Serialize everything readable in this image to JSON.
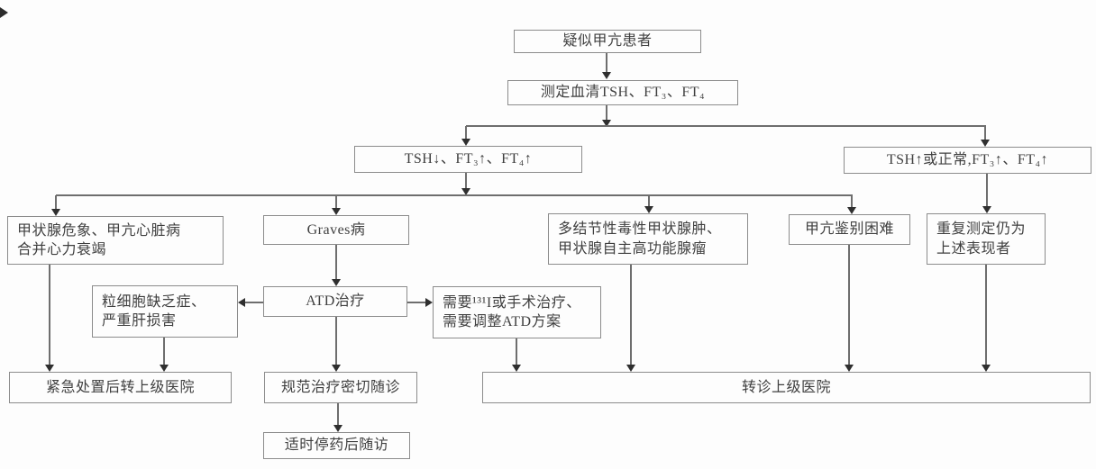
{
  "diagram": {
    "nodes": {
      "suspected": "疑似甲亢患者",
      "measure": "测定血清TSH、FT₃、FT₄",
      "tsh_low": "TSH↓、FT₃↑、FT₄↑",
      "tsh_high": "TSH↑或正常,FT₃↑、FT₄↑",
      "crisis": "甲状腺危象、甲亢心脏病\n合并心力衰竭",
      "graves": "Graves病",
      "multinodular": "多结节性毒性甲状腺肿、\n甲状腺自主高功能腺瘤",
      "difficult": "甲亢鉴别困难",
      "repeat_abnormal": "重复测定仍为\n上述表现者",
      "agranulocytosis": "粒细胞缺乏症、\n严重肝损害",
      "atd": "ATD治疗",
      "need_i131": "需要¹³¹I或手术治疗、\n需要调整ATD方案",
      "emergency": "紧急处置后转上级医院",
      "standard_care": "规范治疗密切随诊",
      "referral": "转诊上级医院",
      "stop_med": "适时停药后随访"
    },
    "colors": {
      "box_border": "#8c8c8c",
      "text": "#3f3f3f",
      "line": "#6e6e6e",
      "arrow": "#2f2f2f",
      "background": "#fdfdfd"
    }
  }
}
